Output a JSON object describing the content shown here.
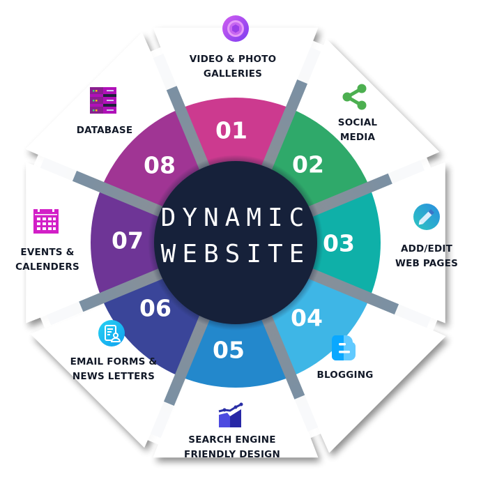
{
  "center": {
    "line1": "DYNAMIC",
    "line2": "WEBSITE",
    "color": "#16213a"
  },
  "segments": [
    {
      "number": "01",
      "label_lines": [
        "VIDEO & PHOTO",
        "GALLERIES"
      ],
      "icon": "video-photo-gallery-icon",
      "color": "#cc3a8f"
    },
    {
      "number": "02",
      "label_lines": [
        "SOCIAL",
        "MEDIA"
      ],
      "icon": "share-icon",
      "color": "#2fa96a"
    },
    {
      "number": "03",
      "label_lines": [
        "ADD/EDIT",
        "WEB PAGES"
      ],
      "icon": "pencil-edit-icon",
      "color": "#0fb0a8"
    },
    {
      "number": "04",
      "label_lines": [
        "BLOGGING"
      ],
      "icon": "blogger-icon",
      "color": "#3eb6e6"
    },
    {
      "number": "05",
      "label_lines": [
        "SEARCH ENGINE",
        "FRIENDLY DESIGN"
      ],
      "icon": "seo-chart-icon",
      "color": "#2388cc"
    },
    {
      "number": "06",
      "label_lines": [
        "EMAIL FORMS &",
        "NEWS LETTERS"
      ],
      "icon": "form-user-icon",
      "color": "#3a4599"
    },
    {
      "number": "07",
      "label_lines": [
        "EVENTS &",
        "CALENDERS"
      ],
      "icon": "calendar-icon",
      "color": "#6e3596"
    },
    {
      "number": "08",
      "label_lines": [
        "DATABASE"
      ],
      "icon": "database-server-icon",
      "color": "#a03594"
    }
  ],
  "spoke_color": "#7a8fa3"
}
